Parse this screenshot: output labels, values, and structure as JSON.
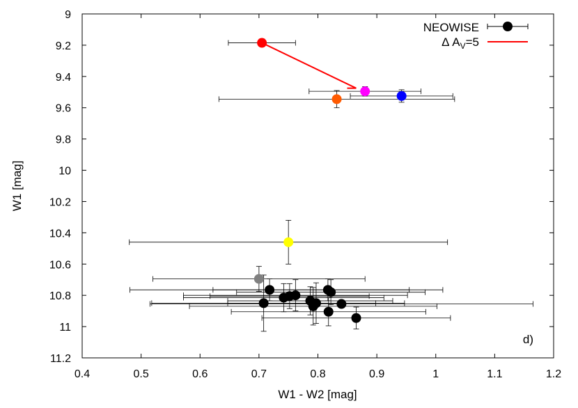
{
  "chart_data": {
    "type": "scatter",
    "xlabel": "W1 - W2 [mag]",
    "ylabel": "W1 [mag]",
    "xlim": [
      0.4,
      1.2
    ],
    "ylim": [
      9,
      11.2
    ],
    "y_inverted": true,
    "x_ticks": [
      "0.4",
      "0.5",
      "0.6",
      "0.7",
      "0.8",
      "0.9",
      "1",
      "1.1",
      "1.2"
    ],
    "y_ticks": [
      "9",
      "9.2",
      "9.4",
      "9.6",
      "9.8",
      "10",
      "10.2",
      "10.4",
      "10.6",
      "10.8",
      "11",
      "11.2"
    ],
    "panel_label": "d)",
    "grid": false,
    "legend_position": "top-right",
    "legend": {
      "neowise": "NEOWISE",
      "av_prefix": "Δ A",
      "av_sub": "V",
      "av_suffix": "=5"
    },
    "extinction_vector": {
      "color": "#ff0000",
      "from": [
        0.705,
        9.185
      ],
      "to": [
        0.865,
        9.475
      ]
    },
    "points": [
      {
        "x": 0.705,
        "y": 9.185,
        "xerr": 0.057,
        "yerr": 0.0,
        "color": "#ff0000"
      },
      {
        "x": 0.88,
        "y": 9.495,
        "xerr": 0.095,
        "yerr": 0.03,
        "color": "#ff00ff"
      },
      {
        "x": 0.832,
        "y": 9.545,
        "xerr": 0.2,
        "yerr": 0.055,
        "color": "#ff5a00"
      },
      {
        "x": 0.942,
        "y": 9.525,
        "xerr": 0.087,
        "yerr": 0.04,
        "color": "#0000ff"
      },
      {
        "x": 0.75,
        "y": 10.46,
        "xerr": 0.27,
        "yerr": 0.14,
        "color": "#ffff00"
      },
      {
        "x": 0.7,
        "y": 10.695,
        "xerr": 0.18,
        "yerr": 0.08,
        "color": "#808080"
      },
      {
        "x": 0.718,
        "y": 10.765,
        "xerr": 0.237,
        "yerr": 0.07,
        "color": "#000000"
      },
      {
        "x": 0.762,
        "y": 10.8,
        "xerr": 0.19,
        "yerr": 0.1,
        "color": "#000000"
      },
      {
        "x": 0.742,
        "y": 10.815,
        "xerr": 0.17,
        "yerr": 0.09,
        "color": "#000000"
      },
      {
        "x": 0.752,
        "y": 10.805,
        "xerr": 0.135,
        "yerr": 0.08,
        "color": "#000000"
      },
      {
        "x": 0.708,
        "y": 10.85,
        "xerr": 0.19,
        "yerr": 0.18,
        "color": "#000000"
      },
      {
        "x": 0.787,
        "y": 10.835,
        "xerr": 0.14,
        "yerr": 0.09,
        "color": "#000000"
      },
      {
        "x": 0.797,
        "y": 10.85,
        "xerr": 0.15,
        "yerr": 0.13,
        "color": "#000000"
      },
      {
        "x": 0.792,
        "y": 10.87,
        "xerr": 0.21,
        "yerr": 0.12,
        "color": "#000000"
      },
      {
        "x": 0.817,
        "y": 10.765,
        "xerr": 0.195,
        "yerr": 0.07,
        "color": "#000000"
      },
      {
        "x": 0.822,
        "y": 10.78,
        "xerr": 0.16,
        "yerr": 0.08,
        "color": "#000000"
      },
      {
        "x": 0.818,
        "y": 10.905,
        "xerr": 0.165,
        "yerr": 0.09,
        "color": "#000000"
      },
      {
        "x": 0.865,
        "y": 10.945,
        "xerr": 0.16,
        "yerr": 0.07,
        "color": "#000000"
      },
      {
        "x": 0.84,
        "y": 10.855,
        "xerr": 0.325,
        "yerr": 0.0,
        "color": "#000000"
      }
    ]
  }
}
